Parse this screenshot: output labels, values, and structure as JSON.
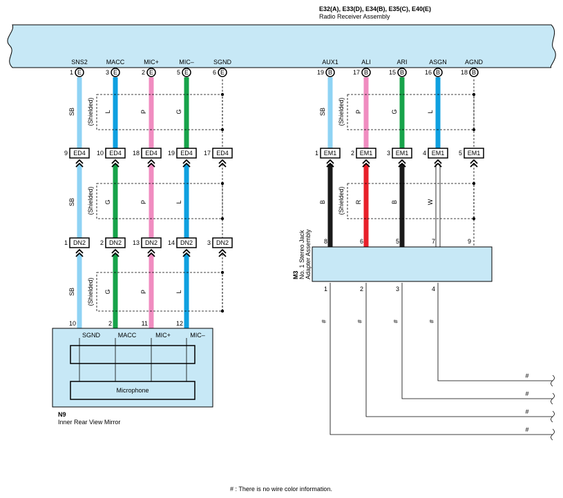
{
  "header": {
    "connectors": "E32(A), E33(D), E34(B), E35(C), E40(E)",
    "assembly": "Radio Receiver Assembly"
  },
  "colors": {
    "SB": "#8fd3f4",
    "L": "#0fa0e0",
    "P": "#f08cc0",
    "G": "#17a34a",
    "B": "#1a1a1a",
    "R": "#e8202a",
    "W": "#ffffff",
    "body": "#c7e8f6"
  },
  "left_pins": [
    {
      "name": "SNS2",
      "num": "1",
      "conn": "E"
    },
    {
      "name": "MACC",
      "num": "3",
      "conn": "E"
    },
    {
      "name": "MIC+",
      "num": "2",
      "conn": "E"
    },
    {
      "name": "MIC–",
      "num": "5",
      "conn": "E"
    },
    {
      "name": "SGND",
      "num": "6",
      "conn": "E"
    }
  ],
  "right_pins": [
    {
      "name": "AUX1",
      "num": "19",
      "conn": "B"
    },
    {
      "name": "ALI",
      "num": "17",
      "conn": "B"
    },
    {
      "name": "ARI",
      "num": "15",
      "conn": "B"
    },
    {
      "name": "ASGN",
      "num": "16",
      "conn": "B"
    },
    {
      "name": "AGND",
      "num": "18",
      "conn": "B"
    }
  ],
  "ed4": [
    {
      "num": "9",
      "label": "ED4"
    },
    {
      "num": "10",
      "label": "ED4"
    },
    {
      "num": "18",
      "label": "ED4"
    },
    {
      "num": "19",
      "label": "ED4"
    },
    {
      "num": "17",
      "label": "ED4"
    }
  ],
  "dn2": [
    {
      "num": "1",
      "label": "DN2"
    },
    {
      "num": "2",
      "label": "DN2"
    },
    {
      "num": "13",
      "label": "DN2"
    },
    {
      "num": "14",
      "label": "DN2"
    },
    {
      "num": "3",
      "label": "DN2"
    }
  ],
  "em1": [
    {
      "num": "1",
      "label": "EM1"
    },
    {
      "num": "2",
      "label": "EM1"
    },
    {
      "num": "3",
      "label": "EM1"
    },
    {
      "num": "4",
      "label": "EM1"
    },
    {
      "num": "5",
      "label": "EM1"
    }
  ],
  "left_seg1": [
    "SB",
    "L",
    "P",
    "G"
  ],
  "left_seg2": [
    "SB",
    "G",
    "P",
    "L"
  ],
  "left_seg3": [
    "SB",
    "G",
    "P",
    "L"
  ],
  "right_seg1": [
    "SB",
    "P",
    "G",
    "L"
  ],
  "right_seg2": [
    "B",
    "R",
    "B",
    "W"
  ],
  "shielded": "(Shielded)",
  "mic_pins": [
    {
      "num": "10",
      "name": "SGND"
    },
    {
      "num": "2",
      "name": "MACC"
    },
    {
      "num": "11",
      "name": "MIC+"
    },
    {
      "num": "12",
      "name": "MIC–"
    }
  ],
  "microphone_label": "Microphone",
  "mirror": {
    "code": "N9",
    "name": "Inner Rear View Mirror"
  },
  "adapter": {
    "code": "M3",
    "line1": "No. 1 Stereo Jack",
    "line2": "Adapter Assembly",
    "top_pins": [
      "8",
      "6",
      "5",
      "7",
      "9"
    ],
    "bottom_pins": [
      "1",
      "2",
      "3",
      "4"
    ]
  },
  "hash": "#",
  "footnote": "# : There is no wire color information."
}
